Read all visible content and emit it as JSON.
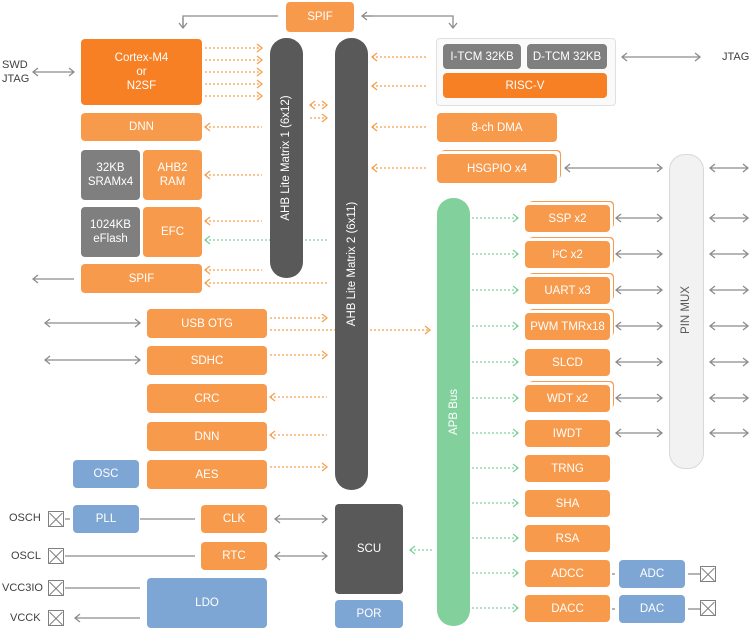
{
  "blocks": {
    "spif_top": "SPIF",
    "cortex": [
      "Cortex-M4",
      "or",
      "N2SF"
    ],
    "itcm": "I-TCM 32KB",
    "dtcm": "D-TCM 32KB",
    "riscv": "RISC-V",
    "dnn_left": "DNN",
    "sram": [
      "32KB",
      "SRAMx4"
    ],
    "ahb2ram": [
      "AHB2",
      "RAM"
    ],
    "eflash": [
      "1024KB",
      "eFlash"
    ],
    "efc": "EFC",
    "spif_left": "SPIF",
    "dma": "8-ch DMA",
    "hsgpio": "HSGPIO x4",
    "usb": "USB OTG",
    "sdhc": "SDHC",
    "crc": "CRC",
    "dnn_mid": "DNN",
    "aes": "AES",
    "osc": "OSC",
    "pll": "PLL",
    "clk": "CLK",
    "rtc": "RTC",
    "ldo": "LDO",
    "scu": "SCU",
    "por": "POR",
    "ssp": "SSP x2",
    "i2c": "I²C x2",
    "uart": "UART x3",
    "pwm": "PWM TMRx18",
    "slcd": "SLCD",
    "wdt": "WDT x2",
    "iwdt": "IWDT",
    "trng": "TRNG",
    "sha": "SHA",
    "rsa": "RSA",
    "adcc": "ADCC",
    "dacc": "DACC",
    "adc": "ADC",
    "dac": "DAC"
  },
  "buses": {
    "ahb1": "AHB Lite Matrix 1 (6x12)",
    "ahb2": "AHB Lite Matrix 2 (6x11)",
    "apb": "APB Bus",
    "pinmux": "PIN MUX"
  },
  "external": {
    "swd": "SWD",
    "jtag_left": "JTAG",
    "jtag_right": "JTAG",
    "osch": "OSCH",
    "oscl": "OSCL",
    "vcc3io": "VCC3IO",
    "vcck": "VCCK"
  },
  "colors": {
    "orange": "#f79a4c",
    "orange_dark": "#f77f24",
    "gray": "#7f7f7f",
    "blue": "#7ea6d4",
    "bus_dark": "#595959",
    "apb_green": "#82d09c",
    "pinmux_bg": "#f2f2f2",
    "arrow_orange": "#f7a04e",
    "arrow_green": "#82d09c",
    "arrow_gray": "#8c8c8c"
  }
}
